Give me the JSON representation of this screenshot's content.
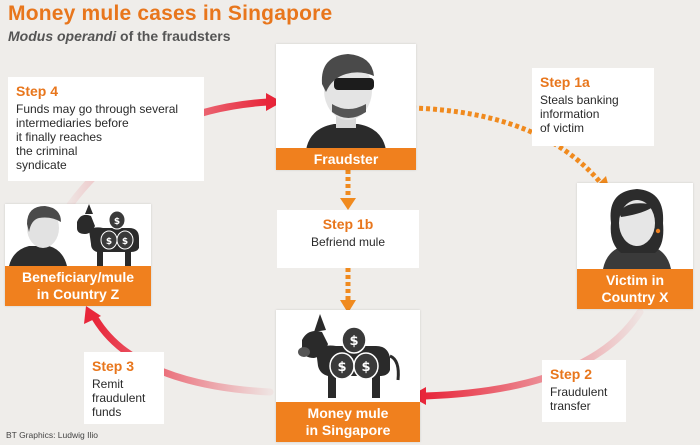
{
  "title": "Money mule cases in Singapore",
  "subtitle": {
    "italic": "Modus operandi",
    "rest": " of the fraudsters"
  },
  "credit": "BT Graphics: Ludwig Ilio",
  "nodes": {
    "fraudster": {
      "label": [
        "Fraudster"
      ]
    },
    "victim": {
      "label": [
        "Victim in",
        "Country X"
      ]
    },
    "mule": {
      "label": [
        "Money mule",
        "in Singapore"
      ]
    },
    "beneficiary": {
      "label": [
        "Beneficiary/mule",
        "in Country Z"
      ]
    }
  },
  "steps": {
    "step1a": {
      "title": "Step 1a",
      "lines": [
        "Steals banking",
        "information",
        "of victim"
      ]
    },
    "step1b": {
      "title": "Step 1b",
      "lines": [
        "Befriend mule"
      ]
    },
    "step2": {
      "title": "Step 2",
      "lines": [
        "Fraudulent",
        "transfer"
      ]
    },
    "step3": {
      "title": "Step 3",
      "lines": [
        "Remit",
        "fraudulent",
        "funds"
      ]
    },
    "step4": {
      "title": "Step 4",
      "lines": [
        "Funds may go through several",
        "intermediaries before",
        "it finally reaches",
        "the criminal",
        "syndicate"
      ]
    }
  },
  "icons": {
    "fraudster": "masked-man-icon",
    "victim": "woman-icon",
    "mule": "donkey-money-bags-icon",
    "beneficiary": "man-with-donkey-icon"
  },
  "colors": {
    "accent_orange": "#f0801e",
    "arrow_red": "#e8263a",
    "arrow_orange_dotted": "#f08a1e",
    "background": "#efedea"
  }
}
